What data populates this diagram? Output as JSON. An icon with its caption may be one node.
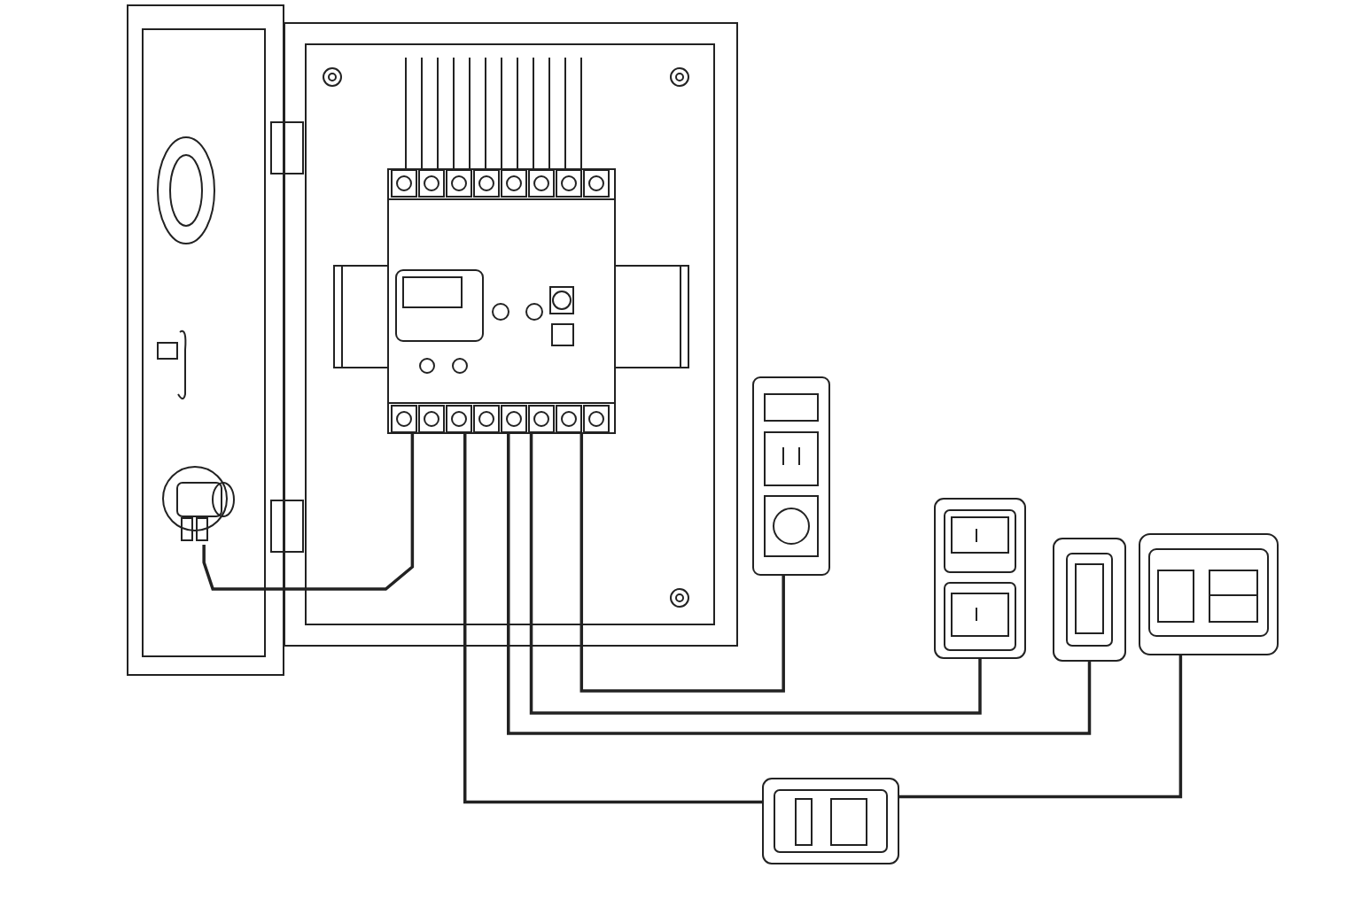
{
  "diagram": {
    "nodes": [
      {
        "text": [],
        "shape": "box"
      },
      {
        "text": [],
        "shape": "box"
      },
      {
        "text": [],
        "shape": "box",
        "in": 0
      },
      {
        "text": [],
        "shape": "circle",
        "in": 1
      },
      {
        "text": [],
        "shape": "box"
      },
      {
        "text": [],
        "shape": "box"
      },
      {
        "text": [],
        "shape": "box"
      },
      {
        "text": [],
        "shape": "box"
      },
      {
        "text": [],
        "shape": "box"
      }
    ],
    "edges": [
      {
        "from": 2,
        "to": 3,
        "arrow": "none"
      },
      {
        "from": 2,
        "to": 4,
        "arrow": "none"
      },
      {
        "from": 2,
        "to": 5,
        "arrow": "none"
      },
      {
        "from": 2,
        "to": 6,
        "arrow": "none"
      },
      {
        "from": 2,
        "to": 8,
        "arrow": "none"
      },
      {
        "from": 8,
        "to": 7,
        "arrow": "none"
      }
    ]
  }
}
